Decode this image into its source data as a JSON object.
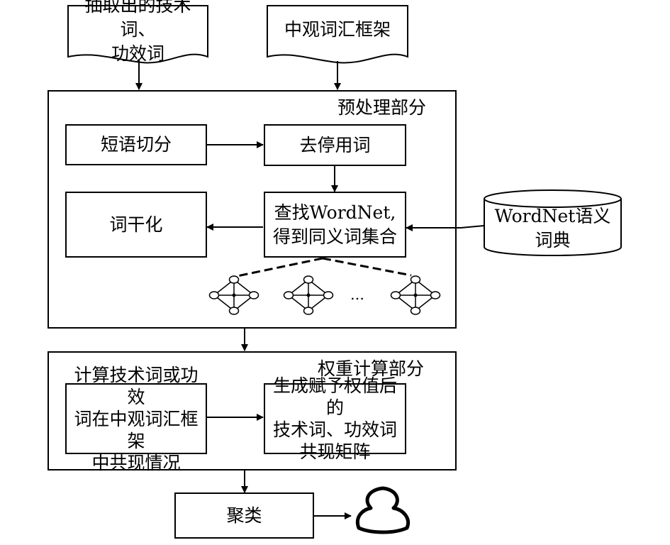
{
  "inputs": {
    "terms": {
      "line1": "抽取出的技术词、",
      "line2": "功效词"
    },
    "framework": {
      "line1": "中观词汇框架"
    }
  },
  "preprocess": {
    "title": "预处理部分",
    "segment": "短语切分",
    "stopwords": "去停用词",
    "stem": "词干化",
    "lookup": {
      "line1": "查找WordNet,",
      "line2": "得到同义词集合"
    },
    "ellipsis": "…"
  },
  "dictionary": {
    "line1": "WordNet语义",
    "line2": "词典"
  },
  "weight": {
    "title": "权重计算部分",
    "cooccur": {
      "line1": "计算技术词或功效",
      "line2": "词在中观词汇框架",
      "line3": "中共现情况"
    },
    "matrix": {
      "line1": "生成赋予权值后的",
      "line2": "技术词、功效词",
      "line3": "共现矩阵"
    }
  },
  "clustering": {
    "label": "聚类"
  }
}
